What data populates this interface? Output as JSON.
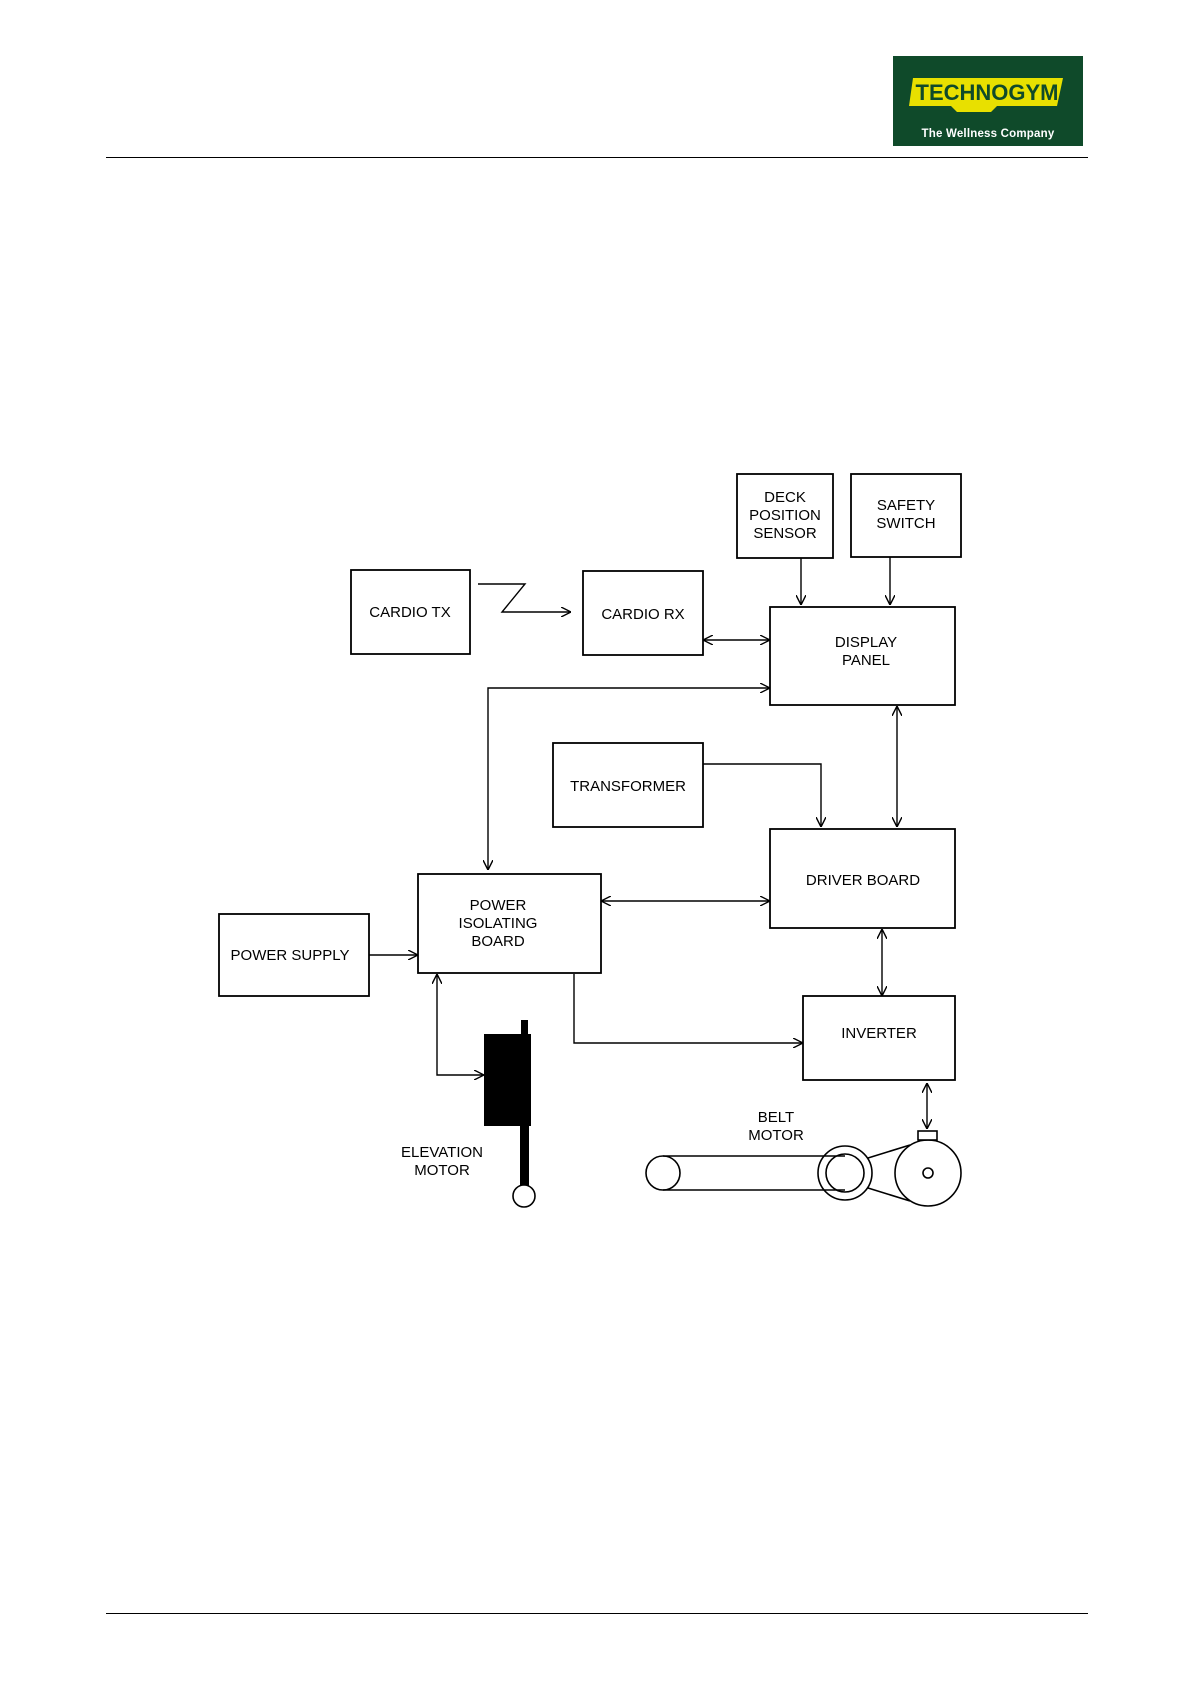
{
  "header": {
    "logo": {
      "brand": "TECHNOGYM",
      "tagline": "The Wellness Company",
      "colors": {
        "background": "#0f4a2a",
        "lettering": "#e8e000",
        "tagline": "#ffffff"
      }
    }
  },
  "diagram": {
    "blocks": {
      "deck_position_sensor": [
        "DECK",
        "POSITION",
        "SENSOR"
      ],
      "safety_switch": [
        "SAFETY",
        "SWITCH"
      ],
      "cardio_tx": [
        "CARDIO TX"
      ],
      "cardio_rx": [
        "CARDIO RX"
      ],
      "display_panel": [
        "DISPLAY",
        "PANEL"
      ],
      "transformer": [
        "TRANSFORMER"
      ],
      "driver_board": [
        "DRIVER BOARD"
      ],
      "power_isolating_board": [
        "POWER",
        "ISOLATING",
        "BOARD"
      ],
      "power_supply": [
        "POWER SUPPLY"
      ],
      "inverter": [
        "INVERTER"
      ]
    },
    "components": {
      "elevation_motor": [
        "ELEVATION",
        "MOTOR"
      ],
      "belt_motor": [
        "BELT",
        "MOTOR"
      ]
    }
  }
}
